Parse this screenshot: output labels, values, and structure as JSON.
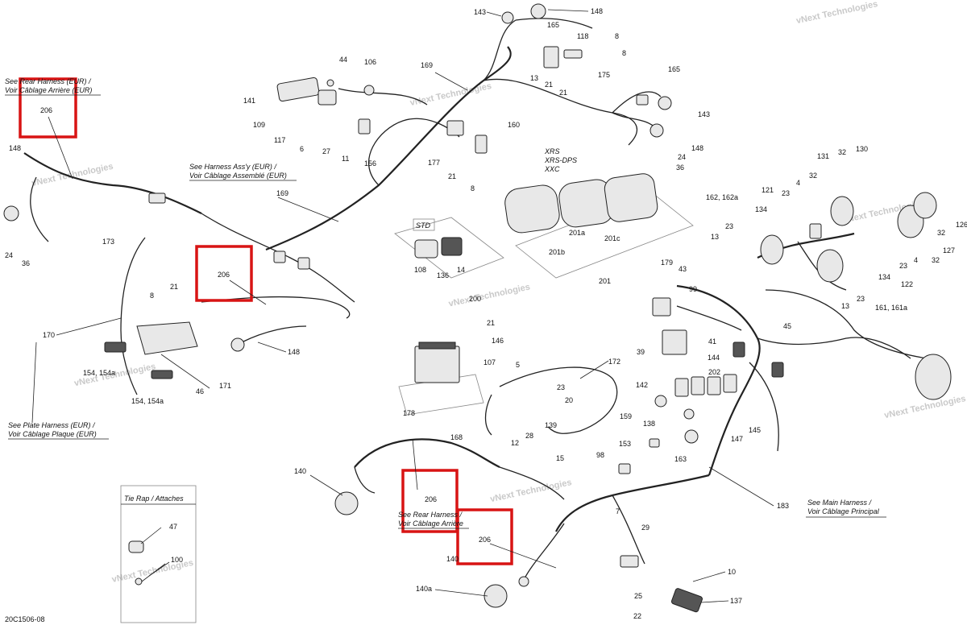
{
  "figure_code": "20C1506-08",
  "watermark": [
    "vNext Technologies",
    "vNext",
    "Technologies"
  ],
  "notes": {
    "rear_harness_top": [
      "See Rear Harness (EUR) /",
      "Voir Câblage Arrière (EUR)"
    ],
    "harness_assy": [
      "See Harness Ass'y (EUR) /",
      "Voir Câblage Assemblé (EUR)"
    ],
    "plate_harness": [
      "See Plate Harness (EUR) /",
      "Voir Câblage Plaque (EUR)"
    ],
    "rear_harness_mid": [
      "See Rear Harness /",
      "Voir Câblage Arrière"
    ],
    "main_harness": [
      "See Main Harness /",
      "Voir Câblage Principal"
    ],
    "tie_rap_title": "Tie Rap / Attaches",
    "std_title": "STD",
    "xrs": [
      "XRS",
      "XRS-DPS",
      "XXC"
    ]
  },
  "highlight_label": "206",
  "labels": {
    "l143a": "143",
    "l148a": "148",
    "l165a": "165",
    "l118": "118",
    "l8a": "8",
    "l8b": "8",
    "l13a": "13",
    "l21a": "21",
    "l175": "175",
    "l21b": "21",
    "l44": "44",
    "l106": "106",
    "l169a": "169",
    "l141": "141",
    "l109": "109",
    "l117": "117",
    "l6": "6",
    "l27": "27",
    "l11": "11",
    "l156": "156",
    "l177": "177",
    "l21c": "21",
    "l160": "160",
    "l8c": "8",
    "l165b": "165",
    "l143b": "143",
    "l148b": "148",
    "l24a": "24",
    "l36a": "36",
    "l148c": "148",
    "l24b": "24",
    "l36b": "36",
    "l169b": "169",
    "l173": "173",
    "l21d": "21",
    "l8d": "8",
    "l170": "170",
    "l154a": "154, 154a",
    "l154b": "154, 154a",
    "l46": "46",
    "l171": "171",
    "l148d": "148",
    "l108": "108",
    "l136": "136",
    "l14": "14",
    "l200": "200",
    "l201a": "201a",
    "l201b": "201b",
    "l201c": "201c",
    "l201": "201",
    "l162": "162, 162a",
    "l23a": "23",
    "l13b": "13",
    "l134a": "134",
    "l121": "121",
    "l23b": "23",
    "l4a": "4",
    "l32a": "32",
    "l131": "131",
    "l32b": "32",
    "l130": "130",
    "l126": "126",
    "l32c": "32",
    "l127": "127",
    "l32d": "32",
    "l4b": "4",
    "l23c": "23",
    "l134b": "134",
    "l122": "122",
    "l13c": "13",
    "l23d": "23",
    "l161": "161, 161a",
    "l179": "179",
    "l43": "43",
    "l99": "99",
    "l45": "45",
    "l39": "39",
    "l41": "41",
    "l144": "144",
    "l202": "202",
    "l142": "142",
    "l159": "159",
    "l138": "138",
    "l145": "145",
    "l147": "147",
    "l163": "163",
    "l153": "153",
    "l98": "98",
    "l183": "183",
    "l21e": "21",
    "l146": "146",
    "l107": "107",
    "l178": "178",
    "l5": "5",
    "l172": "172",
    "l23e": "23",
    "l20": "20",
    "l168": "168",
    "l139": "139",
    "l28": "28",
    "l12": "12",
    "l15": "15",
    "l7": "7",
    "l29": "29",
    "l140a": "140",
    "l140b": "140",
    "l140c": "140a",
    "l10": "10",
    "l25": "25",
    "l137": "137",
    "l22": "22",
    "l47": "47",
    "l100": "100"
  }
}
